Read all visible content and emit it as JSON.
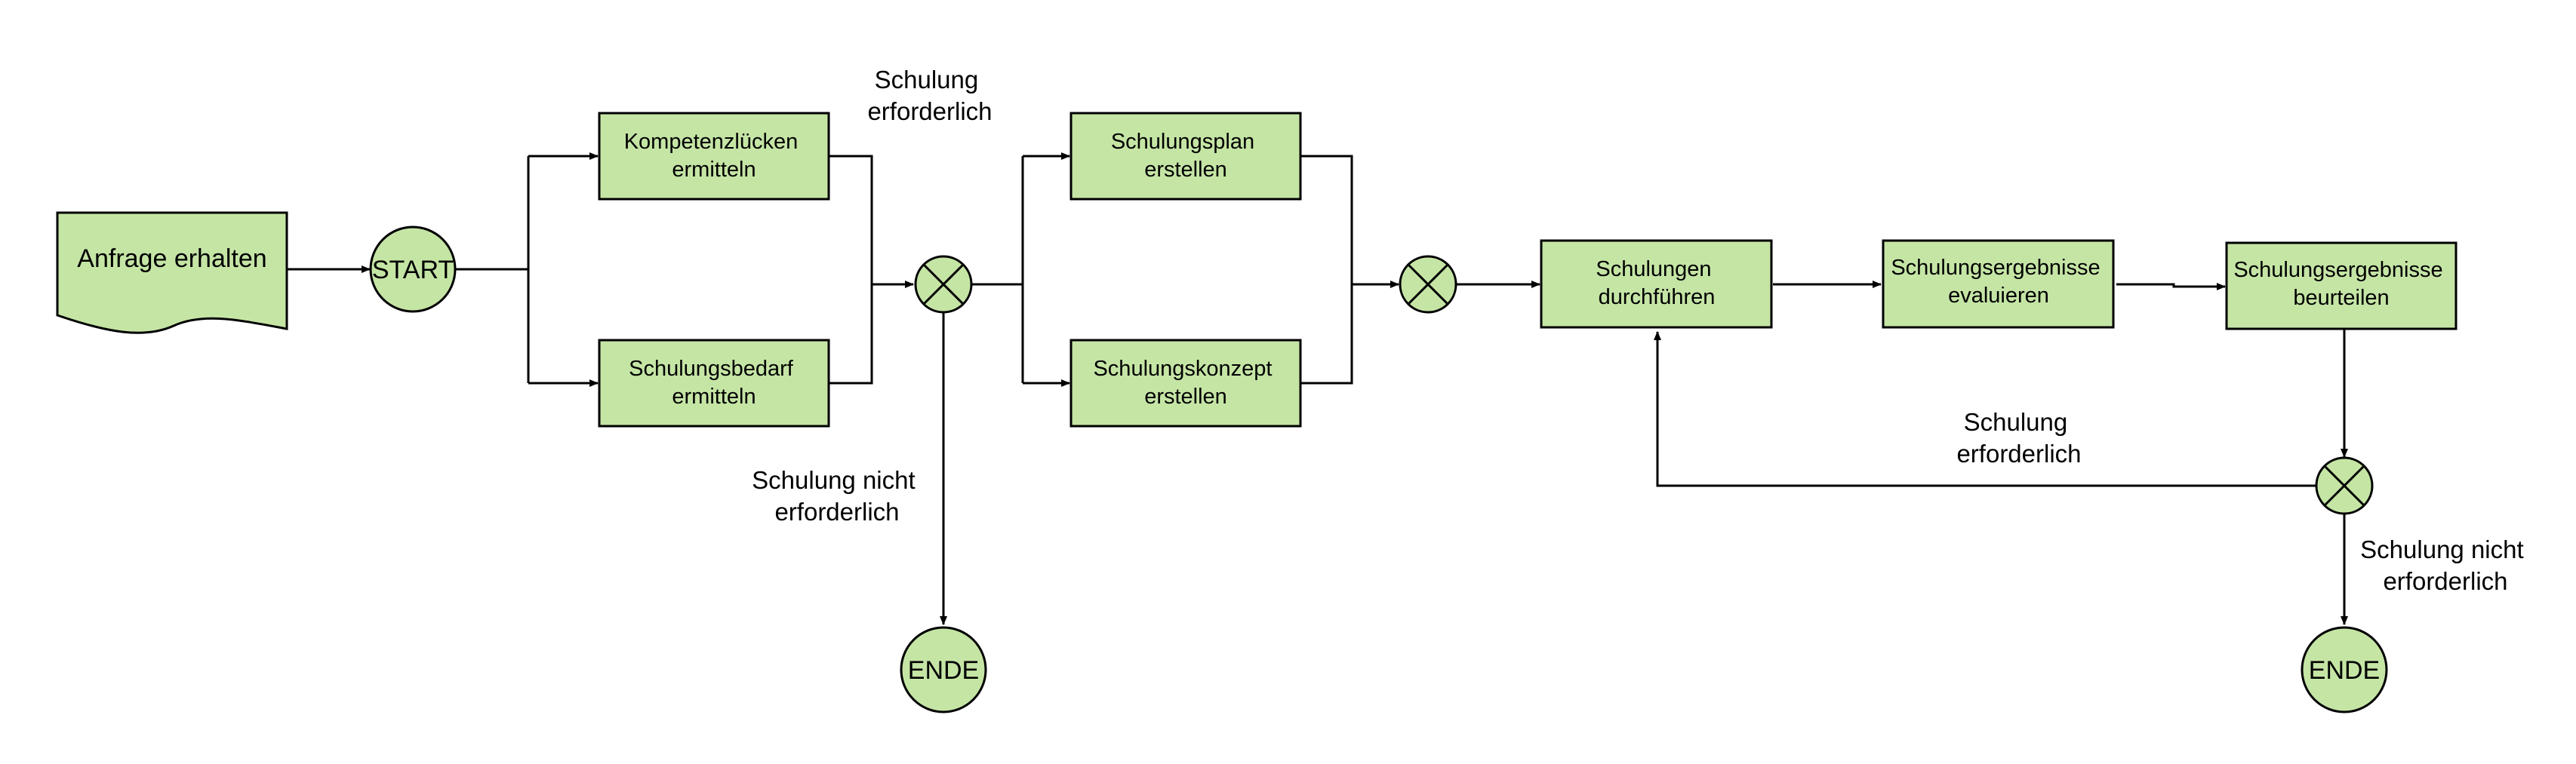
{
  "colors": {
    "node_fill": "#c5e5a5",
    "stroke": "#000000",
    "background": "#ffffff"
  },
  "nodes": {
    "anfrage": {
      "lines": [
        "Anfrage erhalten"
      ]
    },
    "start": {
      "lines": [
        "START"
      ]
    },
    "kompetenz": {
      "lines": [
        "Kompetenzlücken",
        "ermitteln"
      ]
    },
    "bedarf": {
      "lines": [
        "Schulungsbedarf",
        "ermitteln"
      ]
    },
    "plan": {
      "lines": [
        "Schulungsplan",
        "erstellen"
      ]
    },
    "konzept": {
      "lines": [
        "Schulungskonzept",
        "erstellen"
      ]
    },
    "durchfuehren": {
      "lines": [
        "Schulungen",
        "durchführen"
      ]
    },
    "evaluieren": {
      "lines": [
        "Schulungsergebnisse",
        "evaluieren"
      ]
    },
    "beurteilen": {
      "lines": [
        "Schulungsergebnisse",
        "beurteilen"
      ]
    },
    "ende1": {
      "lines": [
        "ENDE"
      ]
    },
    "ende2": {
      "lines": [
        "ENDE"
      ]
    }
  },
  "edge_labels": {
    "required_top": [
      "Schulung",
      "erforderlich"
    ],
    "not_required_left": [
      "Schulung nicht",
      "erforderlich"
    ],
    "required_loop": [
      "Schulung",
      "erforderlich"
    ],
    "not_required_right": [
      "Schulung nicht",
      "erforderlich"
    ]
  }
}
